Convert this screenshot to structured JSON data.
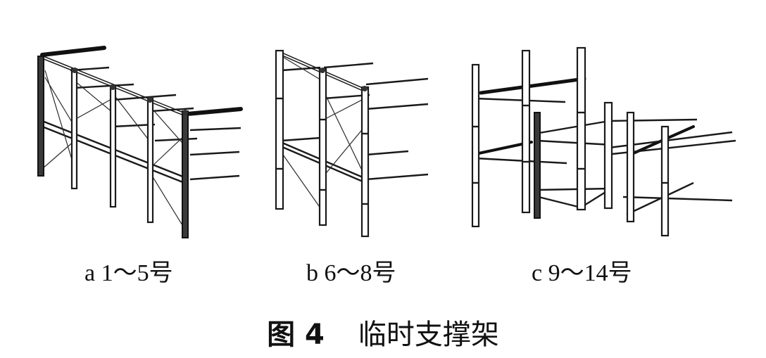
{
  "figure": {
    "caption_number": "图 4",
    "caption_title": "临时支撑架",
    "panels": [
      {
        "id": "a",
        "label": "a  1～5号"
      },
      {
        "id": "b",
        "label": "b  6～8号"
      },
      {
        "id": "c",
        "label": "c  9～14号"
      }
    ]
  }
}
